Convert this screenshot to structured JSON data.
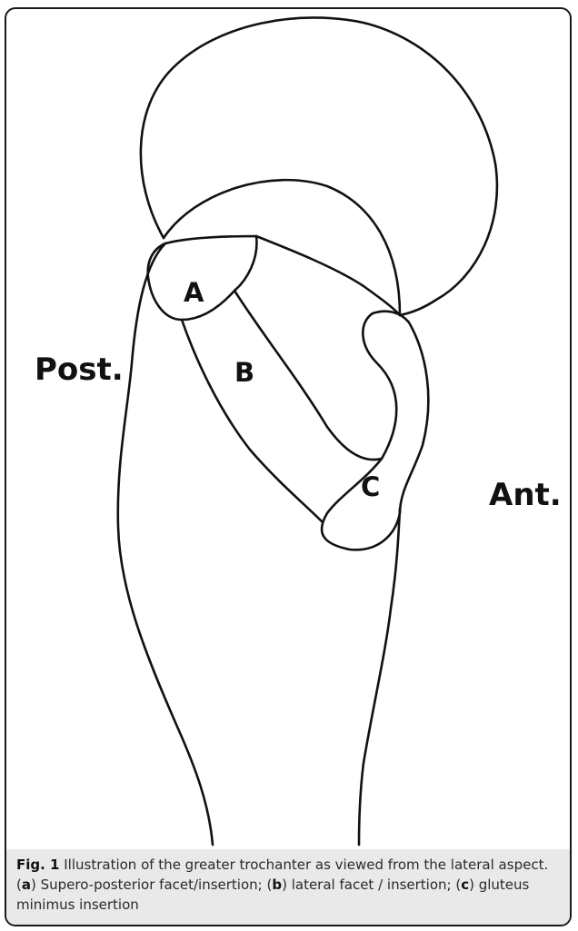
{
  "figure": {
    "labels": {
      "post": "Post.",
      "ant": "Ant.",
      "a": "A",
      "b": "B",
      "c": "C"
    }
  },
  "caption": {
    "fig_label": "Fig. 1",
    "intro": " Illustration of the greater trochanter as viewed from the lateral aspect. (",
    "key_a": "a",
    "desc_a": ") Supero-posterior facet/insertion; (",
    "key_b": "b",
    "desc_b": ") lateral facet / insertion; (",
    "key_c": "c",
    "desc_c": ") gluteus minimus insertion"
  }
}
